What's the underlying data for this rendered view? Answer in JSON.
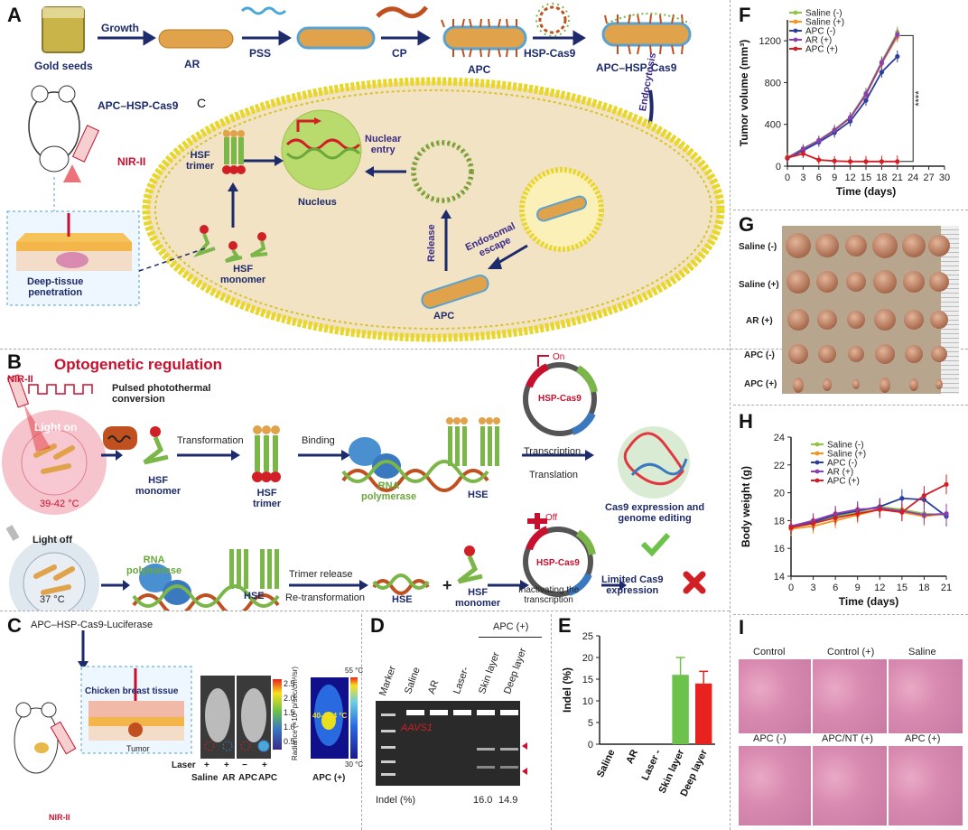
{
  "panels": {
    "A": "A",
    "B": "B",
    "C": "C",
    "D": "D",
    "E": "E",
    "F": "F",
    "G": "G",
    "H": "H",
    "I": "I"
  },
  "panelA": {
    "gold_seeds": "Gold seeds",
    "growth": "Growth",
    "ar": "AR",
    "pss": "PSS",
    "cp": "CP",
    "apc": "APC",
    "hsp_cas9": "HSP-Cas9",
    "apc_hsp_cas9": "APC–HSP-Cas9",
    "mouse_title": "APC–HSP-Cas9",
    "c_mark": "C",
    "nir": "NIR-II",
    "endocytosis": "Endocytosis",
    "nuclear_entry": "Nuclear\nentry",
    "nucleus": "Nucleus",
    "hsf_trimer": "HSF\ntrimer",
    "hsf_monomer": "HSF\nmonomer",
    "release": "Release",
    "endosomal_escape": "Endosomal\nescape",
    "apc_bottom": "APC",
    "deep_tissue": "Deep-tissue\npenetration"
  },
  "panelB": {
    "title": "Optogenetic regulation",
    "nir": "NIR-II",
    "pulsed": "Pulsed photothermal\nconversion",
    "light_on": "Light on",
    "temp_on": "39-42 °C",
    "hsf_monomer": "HSF\nmonomer",
    "transformation": "Transformation",
    "binding": "Binding",
    "hsf_trimer": "HSF\ntrimer",
    "rna_pol": "RNA\npolymerase",
    "hse": "HSE",
    "on": "On",
    "plasmid": "HSP-Cas9",
    "transcription": "Transcription",
    "translation": "Translation",
    "cas9_expr": "Cas9 expression and\ngenome editing",
    "light_off": "Light off",
    "temp_off": "37 °C",
    "rna_pol2": "RNA\npolymerase",
    "hse2": "HSE",
    "trimer_release": "Trimer release",
    "retrans": "Re-transformation",
    "hse3": "HSE",
    "plus": "+",
    "hsf_monomer2": "HSF\nmonomer",
    "off": "Off",
    "plasmid2": "HSP-Cas9",
    "inactivating": "Inactivating the\ntranscription",
    "limited": "Limited Cas9\nexpression"
  },
  "panelC": {
    "title": "APC–HSP-Cas9-Luciferase",
    "chicken": "Chicken breast tissue",
    "tumor": "Tumor",
    "nir": "NIR-II",
    "laser": "Laser",
    "plus": "+",
    "minus": "−",
    "saline": "Saline",
    "ar": "AR",
    "apc": "APC",
    "scale_title": "Radiance (×10⁵ p/sec/cm²/sr)",
    "scale_ticks": [
      "2.5",
      "2.0",
      "1.5",
      "1.0",
      "0.5"
    ],
    "thermo_max": "55 °C",
    "thermo_min": "30 °C",
    "thermo_readout": "40-41.4 °C",
    "thermo_label": "APC (+)"
  },
  "panelD": {
    "lanes": [
      "Marker",
      "Saline",
      "AR",
      "Laser-",
      "Skin layer",
      "Deep layer"
    ],
    "group": "APC (+)",
    "gene": "AAVS1",
    "indel_label": "Indel (%)",
    "indel_vals": [
      "16.0",
      "14.9"
    ]
  },
  "panelE": {
    "chart_data": {
      "type": "bar",
      "categories": [
        "Saline",
        "AR",
        "Laser -",
        "Skin layer",
        "Deep layer"
      ],
      "values": [
        0,
        0,
        0,
        16.0,
        14.0
      ],
      "errors": [
        0,
        0,
        0,
        4.0,
        2.8
      ],
      "ylabel": "Indel (%)",
      "ylim": [
        0,
        25
      ],
      "yticks": [
        "0",
        "5",
        "10",
        "15",
        "20",
        "25"
      ],
      "colors": [
        "#6cc24a",
        "#e8231f"
      ]
    }
  },
  "panelF": {
    "chart_data": {
      "type": "line",
      "xlabel": "Time (days)",
      "ylabel": "Tumor volume (mm³)",
      "xlim": [
        0,
        30
      ],
      "ylim": [
        0,
        1400
      ],
      "xticks": [
        "0",
        "3",
        "6",
        "9",
        "12",
        "15",
        "18",
        "21",
        "24",
        "27",
        "30"
      ],
      "yticks": [
        "0",
        "400",
        "800",
        "1200"
      ],
      "x": [
        0,
        3,
        6,
        9,
        12,
        15,
        18,
        21
      ],
      "series": [
        {
          "name": "Saline (-)",
          "color": "#8dc63f",
          "values": [
            80,
            170,
            250,
            350,
            470,
            700,
            1000,
            1280
          ]
        },
        {
          "name": "Saline (+)",
          "color": "#f7941d",
          "values": [
            85,
            160,
            240,
            340,
            460,
            680,
            980,
            1240
          ]
        },
        {
          "name": "APC (-)",
          "color": "#2b3fa0",
          "values": [
            75,
            150,
            230,
            320,
            430,
            630,
            900,
            1050
          ]
        },
        {
          "name": "AR (+)",
          "color": "#8b3fb5",
          "values": [
            80,
            165,
            245,
            345,
            465,
            690,
            990,
            1260
          ]
        },
        {
          "name": "APC (+)",
          "color": "#d11f26",
          "values": [
            80,
            120,
            60,
            50,
            45,
            45,
            45,
            45
          ]
        }
      ],
      "significance": "****"
    }
  },
  "panelG": {
    "rows": [
      "Saline (-)",
      "Saline (+)",
      "AR (+)",
      "APC (-)",
      "APC (+)"
    ]
  },
  "panelH": {
    "chart_data": {
      "type": "line",
      "xlabel": "Time (days)",
      "ylabel": "Body weight (g)",
      "xlim": [
        0,
        21
      ],
      "ylim": [
        14,
        24
      ],
      "xticks": [
        "0",
        "3",
        "6",
        "9",
        "12",
        "15",
        "18",
        "21"
      ],
      "yticks": [
        "14",
        "16",
        "18",
        "20",
        "22",
        "24"
      ],
      "x": [
        0,
        3,
        6,
        9,
        12,
        15,
        18,
        21
      ],
      "series": [
        {
          "name": "Saline (-)",
          "color": "#8dc63f",
          "values": [
            17.5,
            17.8,
            18.3,
            18.6,
            19.0,
            18.8,
            18.5,
            18.4
          ]
        },
        {
          "name": "Saline (+)",
          "color": "#f7941d",
          "values": [
            17.4,
            17.6,
            18.0,
            18.4,
            18.8,
            18.6,
            18.3,
            18.5
          ]
        },
        {
          "name": "APC (-)",
          "color": "#2b3fa0",
          "values": [
            17.5,
            17.9,
            18.4,
            18.7,
            19.0,
            19.6,
            19.5,
            18.3
          ]
        },
        {
          "name": "AR (+)",
          "color": "#8b3fb5",
          "values": [
            17.6,
            18.0,
            18.5,
            18.8,
            18.9,
            18.7,
            18.4,
            18.5
          ]
        },
        {
          "name": "APC (+)",
          "color": "#d11f26",
          "values": [
            17.5,
            17.8,
            18.2,
            18.5,
            18.8,
            18.6,
            19.8,
            20.6
          ]
        }
      ]
    }
  },
  "panelI": {
    "labels": [
      "Control",
      "Control (+)",
      "Saline",
      "APC (-)",
      "APC/NT (+)",
      "APC (+)"
    ]
  }
}
